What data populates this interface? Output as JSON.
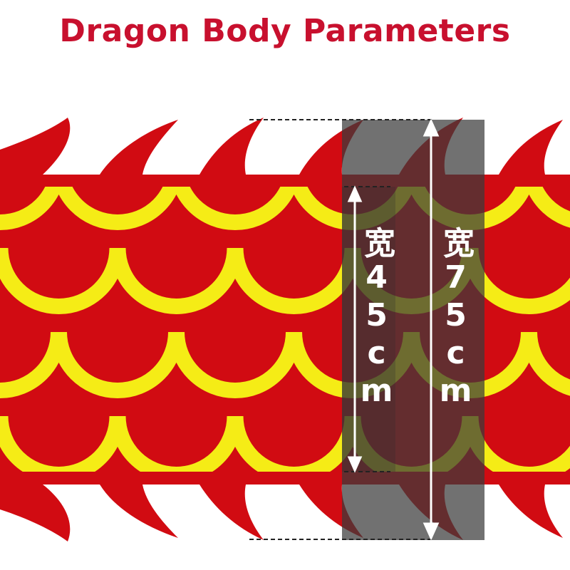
{
  "title": "Dragon Body Parameters",
  "measurements": {
    "inner_width_label": "宽45cm",
    "outer_width_label": "宽75cm"
  },
  "colors": {
    "title": "#c8102e",
    "body_red": "#d10b12",
    "scale_yellow": "#f5ec16",
    "overlay": "#3a3a3a"
  }
}
